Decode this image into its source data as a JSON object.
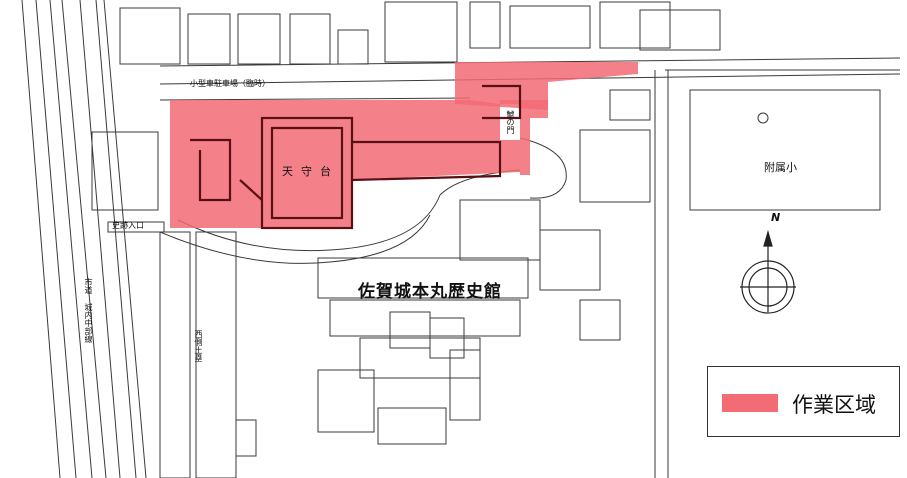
{
  "colors": {
    "work_area": "#f26b75",
    "line": "#3a3a3a",
    "paper": "#ffffff"
  },
  "labels": {
    "parking": "小型車駐車場（臨時）",
    "tenshudai": "天守台",
    "gate": "鯱の門",
    "school": "附属小",
    "museum": "佐賀城本丸歴史館",
    "entrance": "史跡入口",
    "street": "市道 城内中部線",
    "moat": "西側土塁",
    "north": "N"
  },
  "legend": {
    "label": "作業区域"
  },
  "icons": [
    "compass-rose-icon"
  ]
}
